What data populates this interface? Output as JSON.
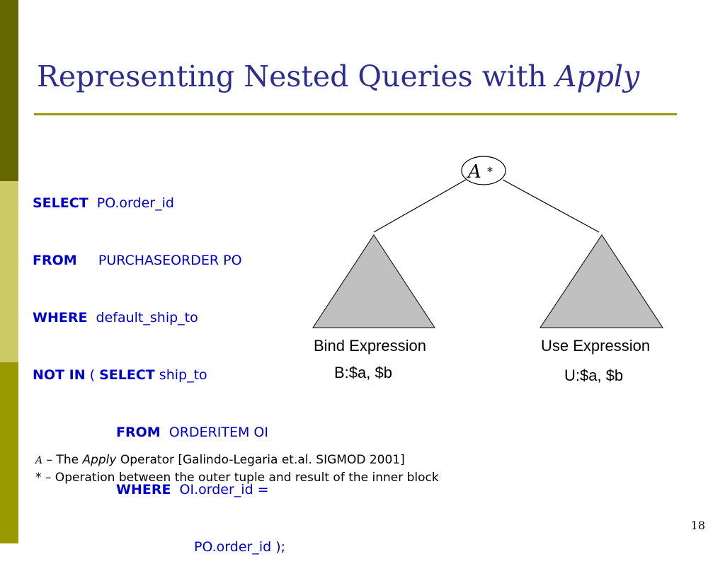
{
  "slide": {
    "title_main": "Representing Nested Queries with ",
    "title_em": "Apply",
    "page_number": "18",
    "colors": {
      "title": "#2e2e8c",
      "sql": "#0000cc",
      "rule": "#999900",
      "triangle": "#c0c0c0"
    }
  },
  "sql": {
    "lines": [
      {
        "kw": "SELECT",
        "text": "  PO.order_id"
      },
      {
        "kw": "FROM",
        "text": "     PURCHASEORDER PO"
      },
      {
        "kw": "WHERE",
        "text": "  default_ship_to"
      },
      {
        "kw": "NOT IN",
        "text": " ( "
      },
      {
        "kw": "SELECT",
        "text": " ship_to"
      },
      {
        "kw": "FROM",
        "text": "  ORDERITEM OI"
      },
      {
        "kw": "WHERE",
        "text": "  OI.order_id ="
      },
      {
        "kw": "",
        "text": "PO.order_id );"
      }
    ]
  },
  "tree": {
    "root_symbol": "A",
    "root_op": "*",
    "left_label": "Bind Expression",
    "left_sub": "B:$a, $b",
    "right_label": "Use Expression",
    "right_sub": "U:$a, $b"
  },
  "footnotes": {
    "f1_symbol": "A",
    "f1_dash": " – The ",
    "f1_em": "Apply",
    "f1_rest": " Operator [Galindo-Legaria et.al. SIGMOD 2001]",
    "f2": "* – Operation between the outer tuple and result of the inner block"
  }
}
